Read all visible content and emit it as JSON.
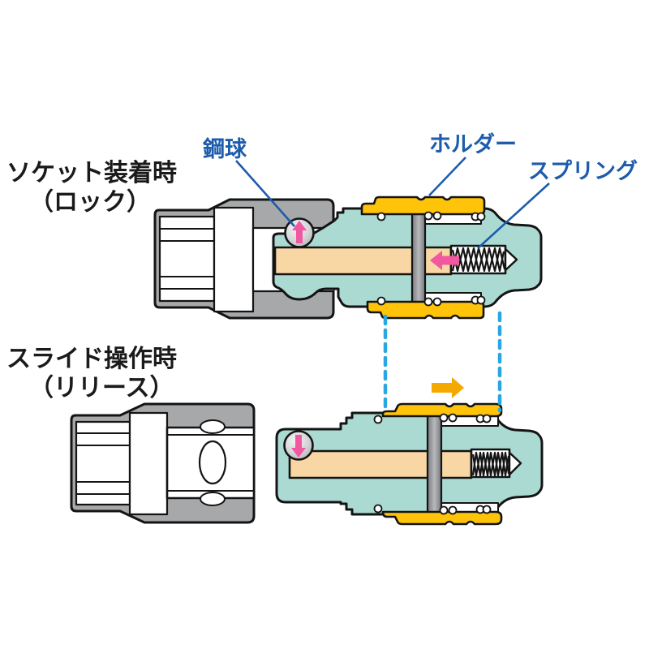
{
  "diagram": {
    "top_state": {
      "title": "ソケット装着時",
      "subtitle": "（ロック）"
    },
    "bottom_state": {
      "title": "スライド操作時",
      "subtitle": "（リリース）"
    },
    "callouts": {
      "steel_ball": "鋼球",
      "holder": "ホルダー",
      "spring": "スプリング"
    },
    "icons": {
      "ball_lock_arrow": "up-arrow",
      "ball_release_arrow": "down-arrow",
      "spring_push_arrow": "left-arrow",
      "slide_direction_arrow": "right-arrow"
    }
  },
  "colors": {
    "gray": "#A6A8AA",
    "teal": "#ABDAD3",
    "peach": "#F8D7A4",
    "yellow": "#FFC40A",
    "pink": "#F2589F",
    "orange": "#F5A800",
    "label_blue": "#1D5CAC",
    "dash_blue": "#2AA6E2",
    "outline": "#141414",
    "text": "#1A1A1A"
  }
}
